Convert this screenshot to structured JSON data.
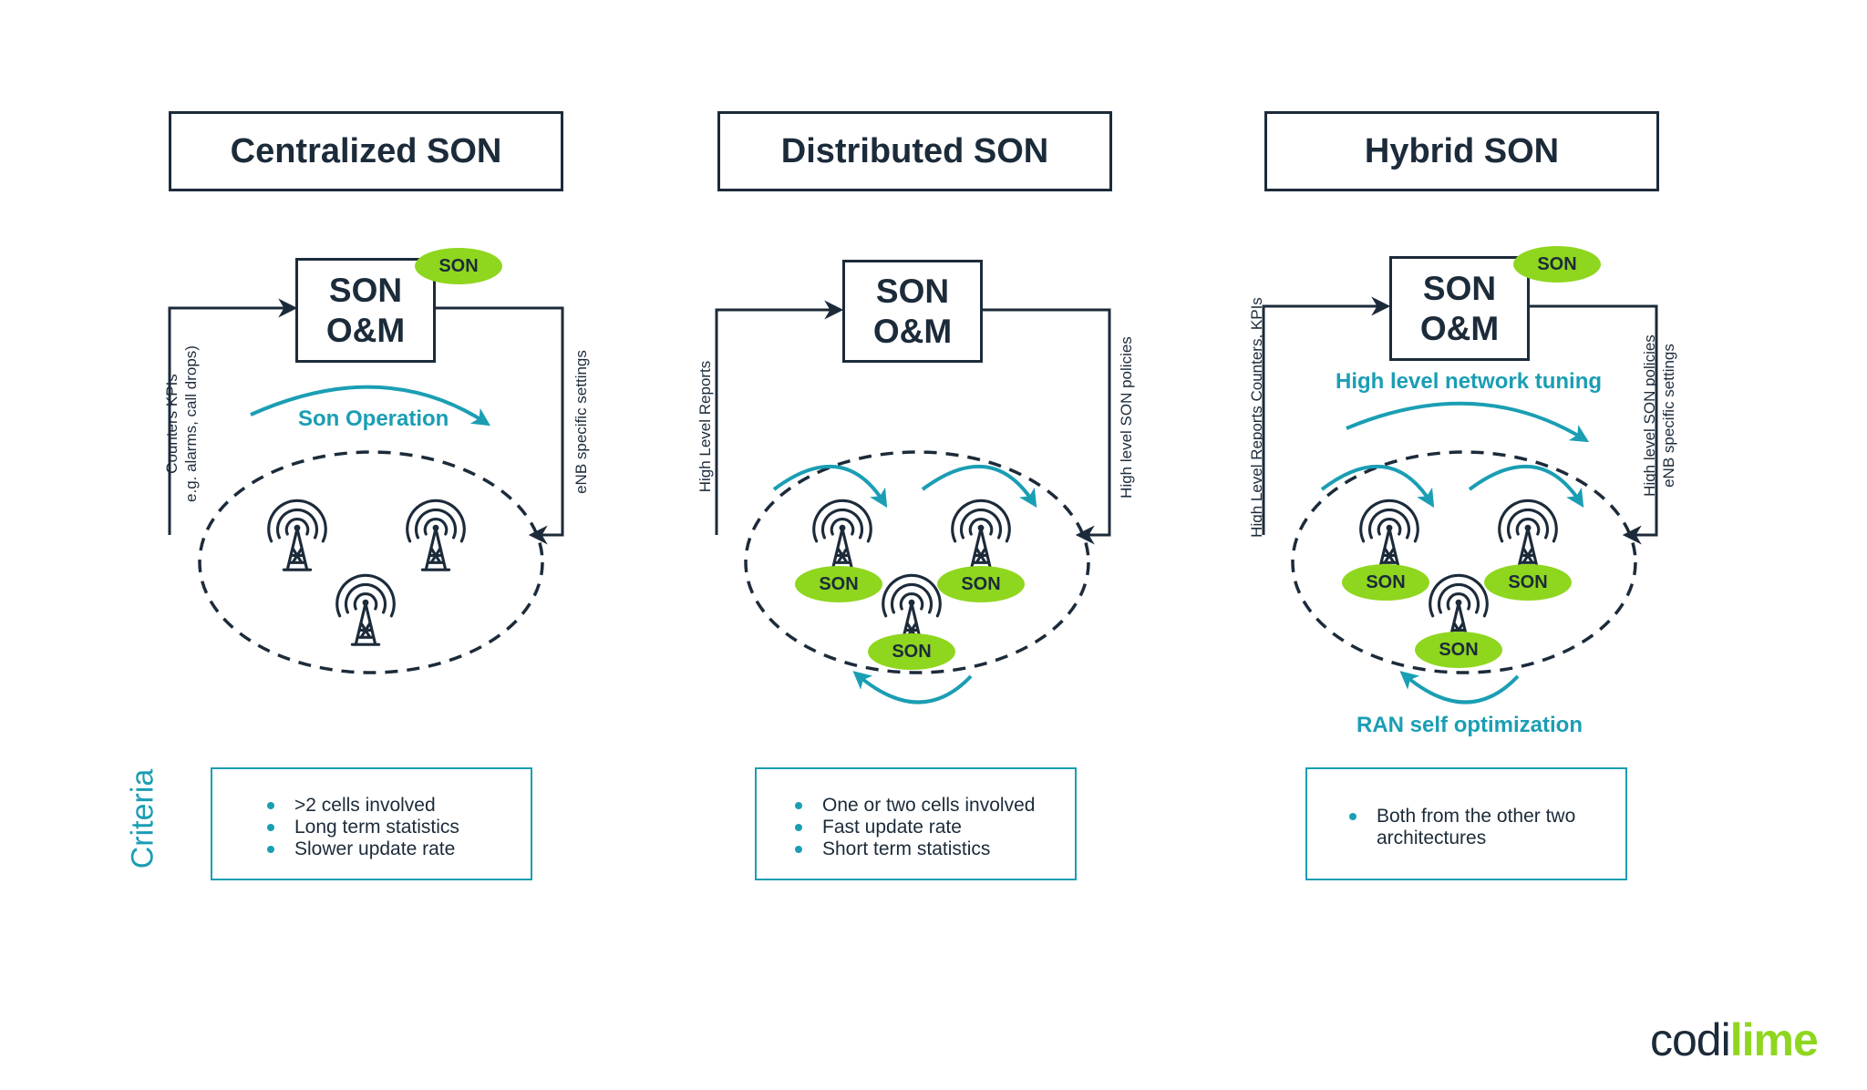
{
  "columns": [
    {
      "title": "Centralized SON",
      "om": [
        "SON",
        "O&M"
      ],
      "om_badge": "SON",
      "left_label": [
        "Counters KPIs",
        "e.g. alarms, call drops)"
      ],
      "right_label": [
        "eNB specific settings"
      ],
      "operation_label": "Son Operation",
      "criteria": [
        ">2 cells  involved",
        "Long term statistics",
        "Slower update rate"
      ]
    },
    {
      "title": "Distributed SON",
      "om": [
        "SON",
        "O&M"
      ],
      "left_label": [
        "High Level Reports"
      ],
      "right_label": [
        "High  level SON policies"
      ],
      "cell_badges": [
        "SON",
        "SON",
        "SON"
      ],
      "criteria": [
        "One or two cells involved",
        "Fast update rate",
        "Short term statistics"
      ]
    },
    {
      "title": "Hybrid SON",
      "om": [
        "SON",
        "O&M"
      ],
      "om_badge": "SON",
      "left_label": [
        "High Level Reports Counters, KPIs"
      ],
      "right_label": [
        "High level SON policies",
        "eNB specific settings"
      ],
      "top_label": "High level network tuning",
      "bottom_label": "RAN self optimization",
      "cell_badges": [
        "SON",
        "SON",
        "SON"
      ],
      "criteria": [
        "Both from the other two",
        "architectures"
      ]
    }
  ],
  "criteria_heading": "Criteria",
  "logo": {
    "part1": "codi",
    "part2": "lime"
  },
  "colors": {
    "navy": "#1c2b3a",
    "teal": "#1a9eb4",
    "lime": "#8fd61f"
  },
  "icons": [
    "cell-tower-icon"
  ]
}
